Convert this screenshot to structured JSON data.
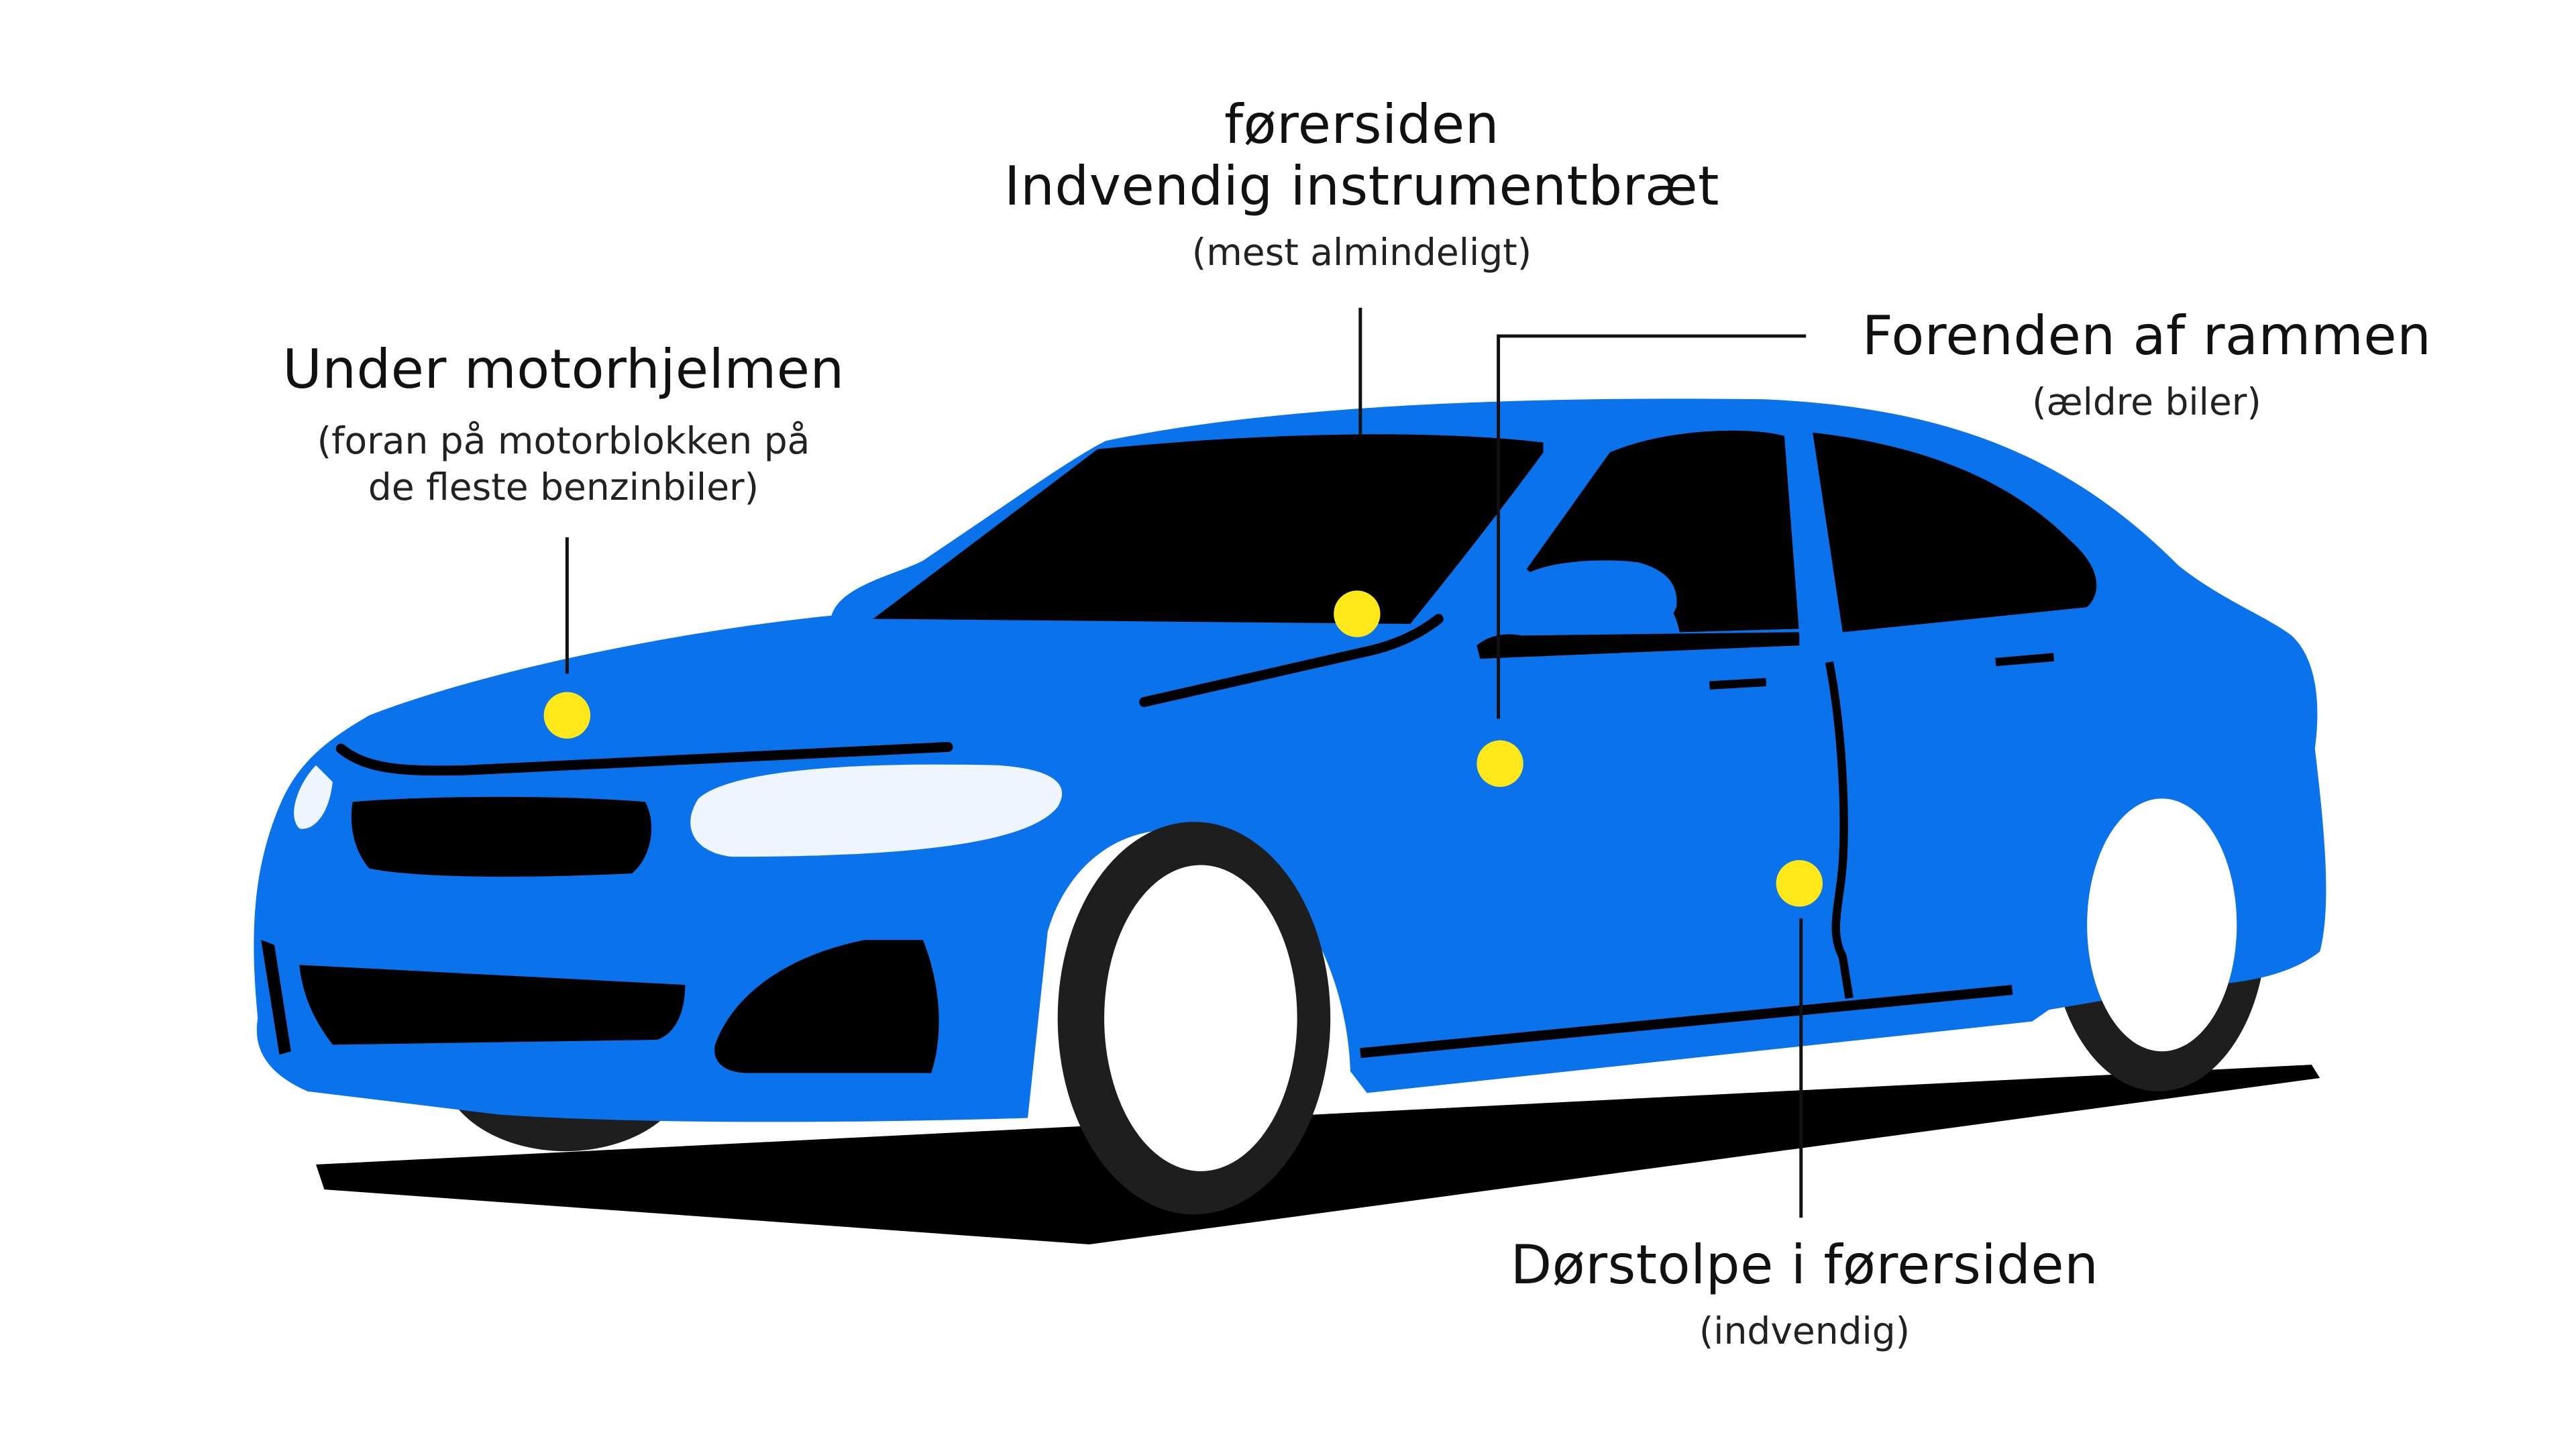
{
  "colors": {
    "car_body": "#0a72ea",
    "windows_and_trim": "#000000",
    "headlight": "#eef5fd",
    "marker_dot": "#ffe81a",
    "wheel_rim": "#ffffff",
    "tire": "#1e1e1e",
    "background": "#ffffff"
  },
  "labels": {
    "dashboard": {
      "title_line1": "førersiden",
      "title_line2": "Indvendig instrumentbræt",
      "note": "(mest almindeligt)"
    },
    "hood": {
      "title": "Under motorhjelmen",
      "note_line1": "(foran på motorblokken på",
      "note_line2": "de fleste benzinbiler)"
    },
    "frame": {
      "title": "Forenden af rammen",
      "note": "(ældre biler)"
    },
    "door_post": {
      "title": "Dørstolpe i førersiden",
      "note": "(indvendig)"
    }
  },
  "icons": {
    "car": "sedan-car-illustration",
    "marker": "yellow-dot-marker"
  }
}
